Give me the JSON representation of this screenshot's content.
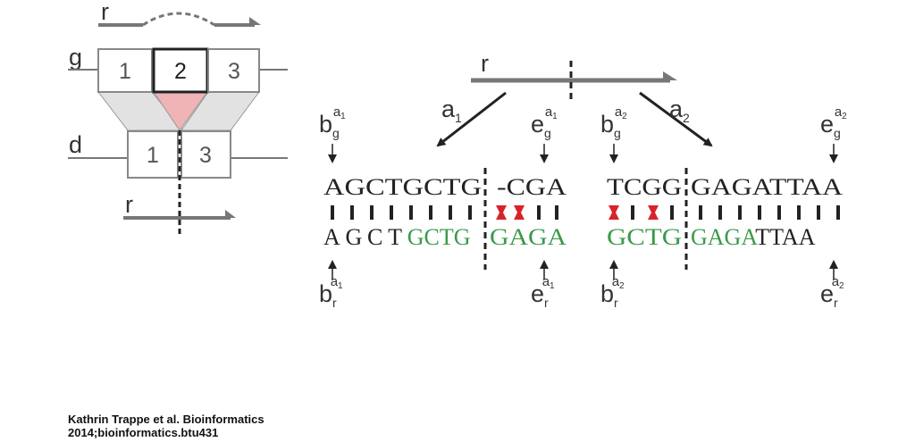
{
  "left_diagram": {
    "read_top_label": "r",
    "genome_label": "g",
    "donor_label": "d",
    "read_bottom_label": "r",
    "genome_boxes": [
      "1",
      "2",
      "3"
    ],
    "donor_boxes": [
      "1",
      "3"
    ]
  },
  "right_diagram": {
    "read_label": "r",
    "a1_label": "a",
    "a1_sub": "1",
    "a2_label": "a",
    "a2_sub": "2",
    "alignment1": {
      "b_g": {
        "main": "b",
        "sub": "g",
        "sup": "a",
        "sup_sub": "1"
      },
      "e_g": {
        "main": "e",
        "sub": "g",
        "sup": "a",
        "sup_sub": "1"
      },
      "b_r": {
        "main": "b",
        "sub": "r",
        "sup": "a",
        "sup_sub": "1"
      },
      "e_r": {
        "main": "e",
        "sub": "r",
        "sup": "a",
        "sup_sub": "1"
      },
      "genome_seq_left": "AGCTGCTG",
      "genome_seq_right": "-CGA",
      "read_seq_black": "AGCT",
      "read_seq_green1": "GCTG",
      "read_seq_green2": "GAGA"
    },
    "alignment2": {
      "b_g": {
        "main": "b",
        "sub": "g",
        "sup": "a",
        "sup_sub": "2"
      },
      "e_g": {
        "main": "e",
        "sub": "g",
        "sup": "a",
        "sup_sub": "2"
      },
      "b_r": {
        "main": "b",
        "sub": "r",
        "sup": "a",
        "sup_sub": "2"
      },
      "e_r": {
        "main": "e",
        "sub": "r",
        "sup": "a",
        "sup_sub": "2"
      },
      "genome_seq_left": "TCGG",
      "genome_seq_right": "GAGATTAA",
      "read_seq_green1": "GCTG",
      "read_seq_green2": "GAGA",
      "read_seq_black": "TTAA"
    }
  },
  "colors": {
    "green": "#3a9a4a",
    "red": "#d8232a",
    "pink": "#f0b3b6",
    "gray": "#777777",
    "light_gray": "#e2e2e2"
  },
  "citation": {
    "line1": "Kathrin Trappe et al. Bioinformatics",
    "line2": "2014;bioinformatics.btu431"
  }
}
